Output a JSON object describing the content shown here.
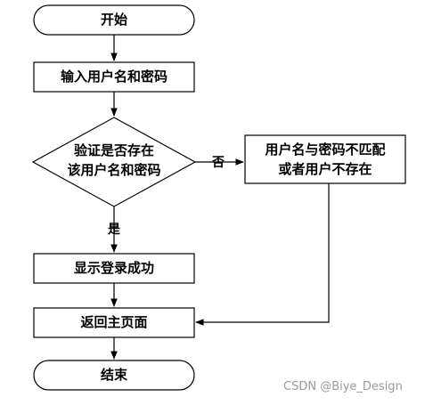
{
  "nodes": {
    "start": "开始",
    "input": "输入用户名和密码",
    "verify": [
      "验证是否存在",
      "该用户名和密码"
    ],
    "error": [
      "用户名与密码不匹配",
      "或者用户不存在"
    ],
    "success": "显示登录成功",
    "return_home": "返回主页面",
    "end": "结束"
  },
  "edges": {
    "no_label": "否",
    "yes_label": "是"
  },
  "watermark": "CSDN @Biye_Design"
}
